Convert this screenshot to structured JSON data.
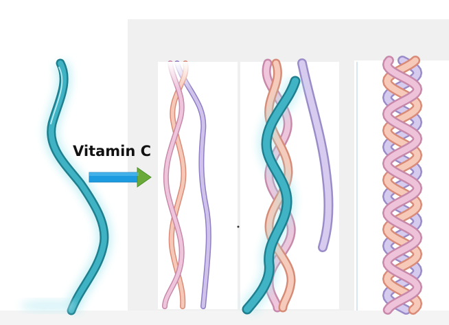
{
  "diagram": {
    "arrow_label": "Vitamin C",
    "colors": {
      "teal_strand": "#2e9fb0",
      "pink_strand": "#e7b3d0",
      "peach_strand": "#f2bfad",
      "lavender_strand": "#c5b8e2",
      "arrow_fill": "#1d9be0",
      "arrow_tip": "#6aaa3a"
    },
    "panels": [
      {
        "name": "single-strand",
        "icon": "single-collagen-strand-icon"
      },
      {
        "name": "loose-triple",
        "icon": "loose-triple-strand-icon"
      },
      {
        "name": "twisting-triple",
        "icon": "twisting-triple-helix-icon"
      },
      {
        "name": "tight-triple-helix",
        "icon": "tight-triple-helix-icon"
      }
    ]
  }
}
